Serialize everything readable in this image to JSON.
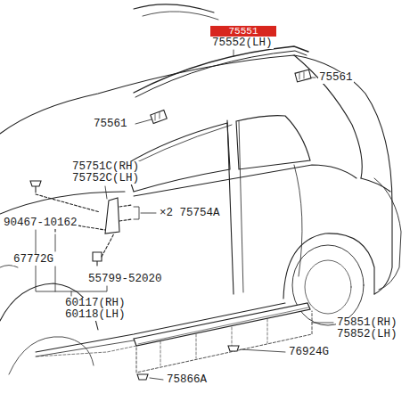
{
  "diagram": {
    "nodes": [
      {
        "text": [
          "75551"
        ]
      }
    ],
    "labels": [
      "75552(LH)",
      "75561",
      "75561",
      "75751C(RH)",
      "75752C(LH)",
      "×2 75754A",
      "90467-10162",
      "67772G",
      "55799-52020",
      "60117(RH)",
      "60118(LH)",
      "75851(RH)",
      "75852(LH)",
      "76924G",
      "75866A"
    ]
  }
}
